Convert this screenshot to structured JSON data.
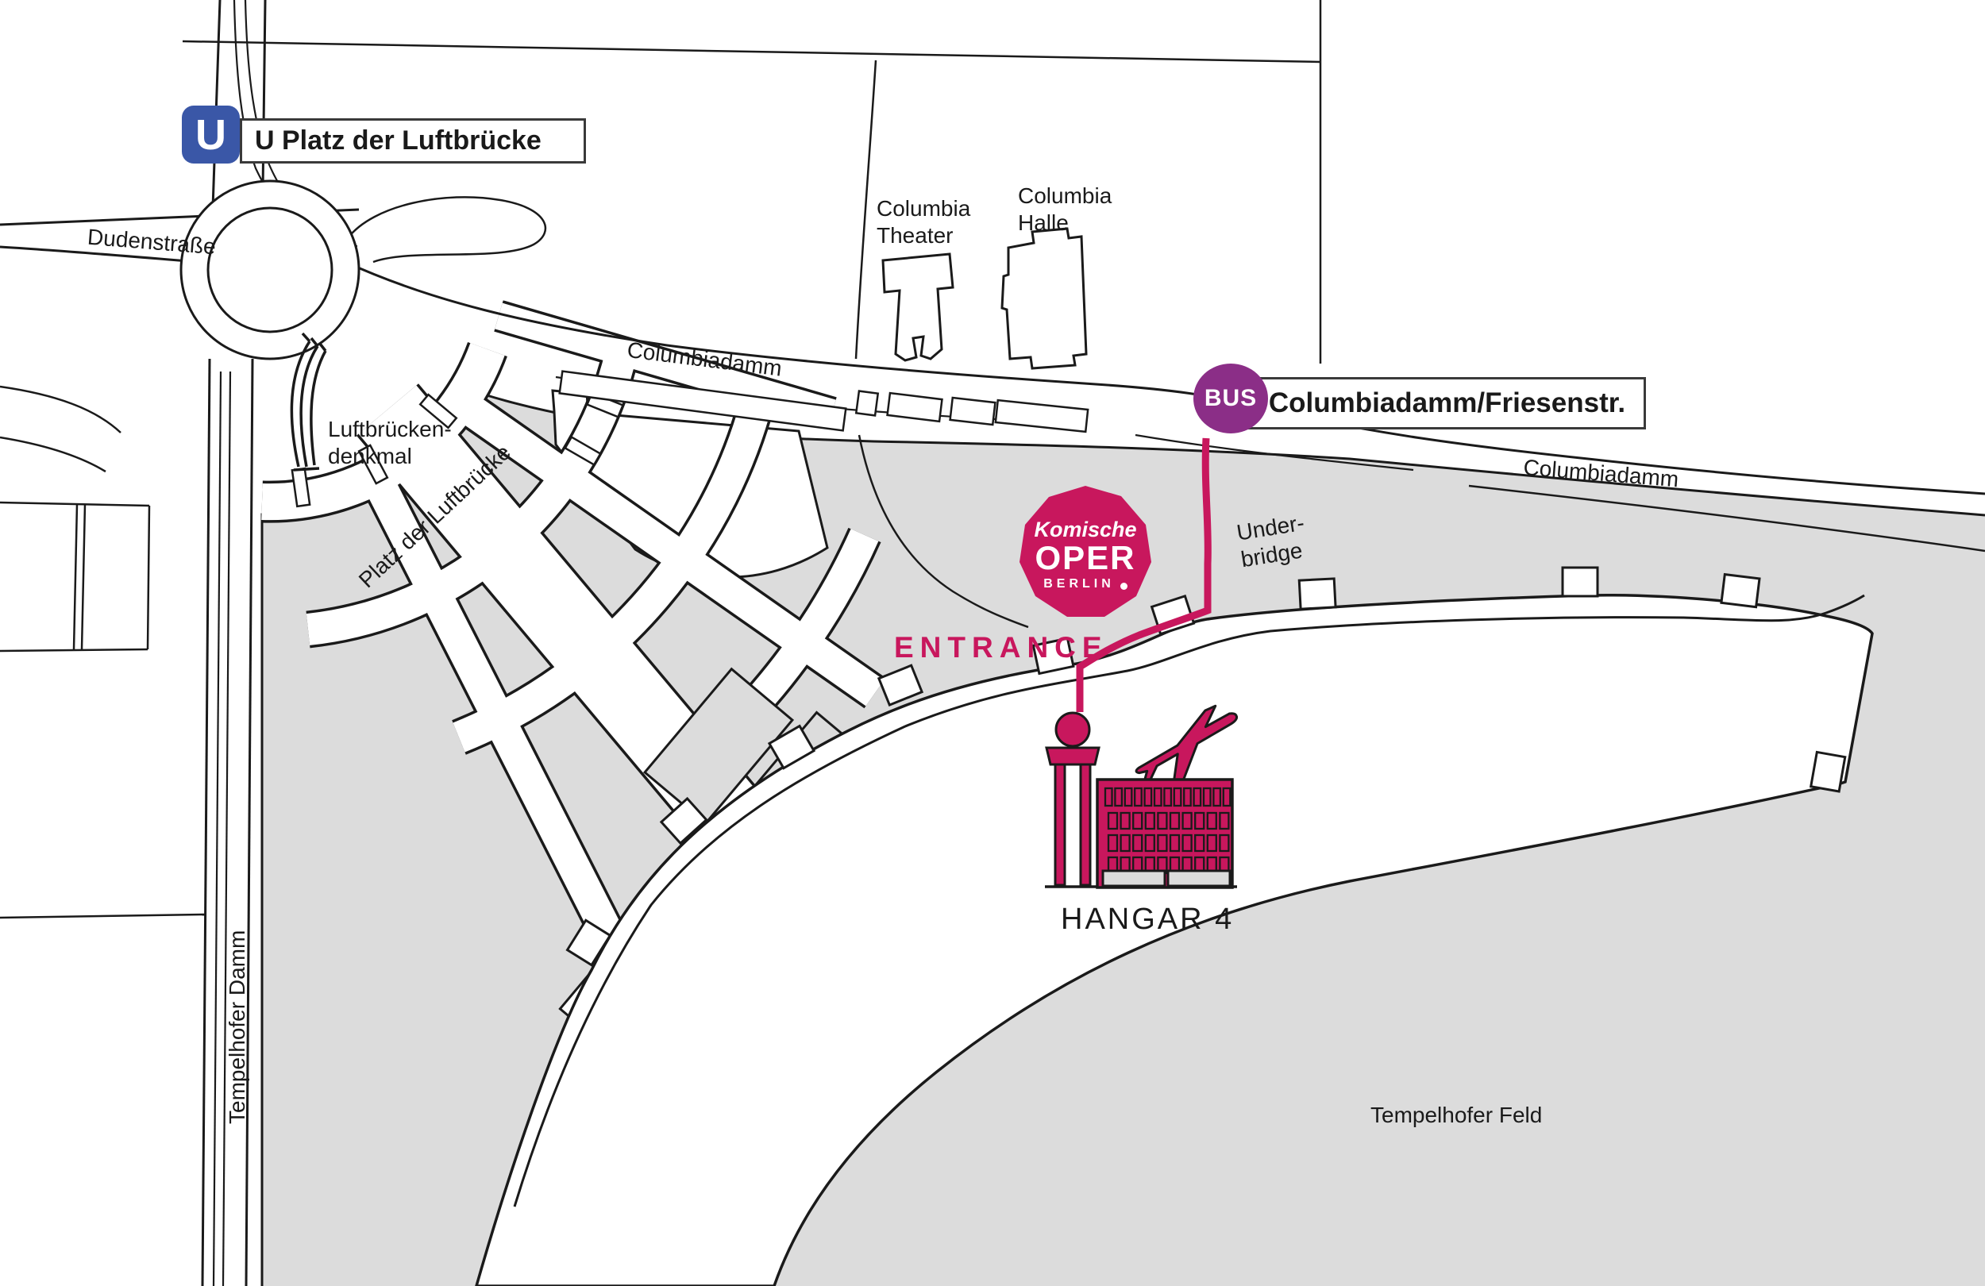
{
  "transit": {
    "u_station": {
      "badge": "U",
      "name": "U Platz der Luftbrücke"
    },
    "bus_stop": {
      "badge": "BUS",
      "name": "Columbiadamm/Friesenstr."
    }
  },
  "streets": {
    "dudenstrasse": "Dudenstraße",
    "columbiadamm_west": "Columbiadamm",
    "columbiadamm_east": "Columbiadamm",
    "platz_der_luftbruecke": "Platz der Luftbrücke",
    "tempelhofer_damm": "Tempelhofer Damm"
  },
  "places": {
    "luftbruecken_denkmal": [
      "Luftbrücken-",
      "denkmal"
    ],
    "columbia_theater": [
      "Columbia",
      "Theater"
    ],
    "columbia_halle": [
      "Columbia",
      "Halle"
    ],
    "tempelhofer_feld": "Tempelhofer Feld",
    "hangar": "HANGAR 4"
  },
  "venue": {
    "logo_line1": "Komische",
    "logo_line2": "OPER",
    "logo_line3": "BERLIN",
    "entrance": "ENTRANCE",
    "route_note": [
      "Under-",
      "bridge"
    ]
  },
  "colors": {
    "brand_magenta": "#C8175D",
    "bus_purple": "#8B2E87",
    "ubahn_blue": "#3A57A7",
    "field_gray": "#DCDCDC",
    "line_black": "#1a1a1a"
  }
}
